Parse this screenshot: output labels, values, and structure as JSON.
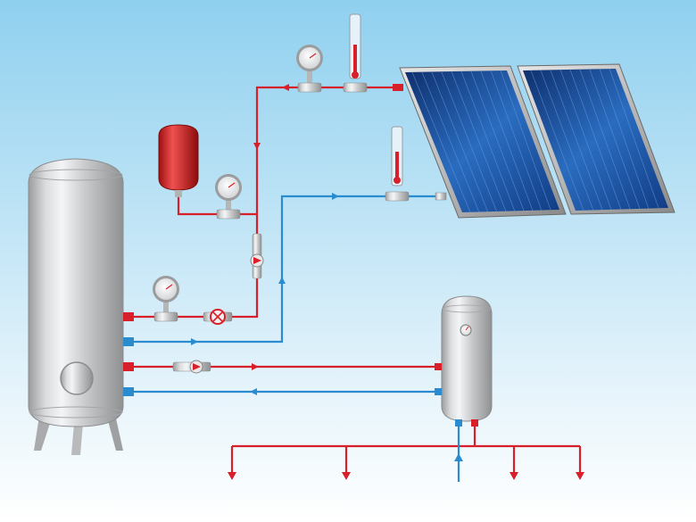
{
  "diagram": {
    "colors": {
      "hot": "#d8202a",
      "cold": "#2a8ccf",
      "sky_top": "#8fd0ef",
      "sky_bottom": "#ffffff",
      "tank": "#c4c6c8",
      "panel": "#1c5aa6",
      "expansion_vessel": "#d42a2a"
    },
    "components": [
      {
        "id": "storage-tank",
        "icon": "cylinder-tank"
      },
      {
        "id": "expansion-vessel",
        "icon": "red-vessel"
      },
      {
        "id": "solar-panel-left",
        "icon": "solar-collector"
      },
      {
        "id": "solar-panel-right",
        "icon": "solar-collector"
      },
      {
        "id": "small-boiler",
        "icon": "cylinder-tank"
      },
      {
        "id": "pressure-gauge-top",
        "icon": "gauge-icon"
      },
      {
        "id": "pressure-gauge-middle",
        "icon": "gauge-icon"
      },
      {
        "id": "pressure-gauge-tank",
        "icon": "gauge-icon"
      },
      {
        "id": "thermometer-hot",
        "icon": "thermometer-icon"
      },
      {
        "id": "thermometer-cold",
        "icon": "thermometer-icon"
      },
      {
        "id": "circulation-pump",
        "icon": "pump-icon"
      },
      {
        "id": "shutoff-valve",
        "icon": "valve-icon"
      },
      {
        "id": "secondary-pump",
        "icon": "pump-icon"
      }
    ]
  }
}
